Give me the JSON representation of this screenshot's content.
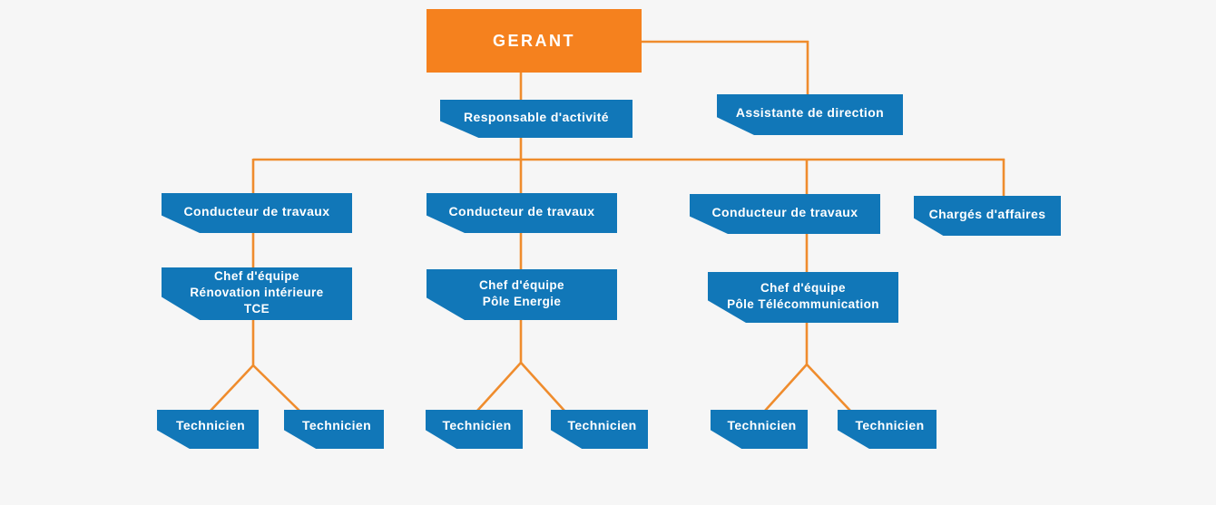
{
  "diagram": {
    "type": "org-chart",
    "language": "fr",
    "colors": {
      "bg": "#F6F6F6",
      "root-fill": "#F5811E",
      "node-fill": "#1177B8",
      "connector": "#EF8C2D",
      "text": "#FFFFFF"
    },
    "nodes": {
      "gerant": {
        "label": "GERANT"
      },
      "responsable": {
        "label": "Responsable d'activité"
      },
      "assistante": {
        "label": "Assistante de direction"
      },
      "conducteur1": {
        "label": "Conducteur de travaux"
      },
      "conducteur2": {
        "label": "Conducteur de travaux"
      },
      "conducteur3": {
        "label": "Conducteur de travaux"
      },
      "charges": {
        "label": "Chargés d'affaires"
      },
      "chef1": {
        "label": "Chef d'équipe\nRénovation intérieure\nTCE"
      },
      "chef2": {
        "label": "Chef d'équipe\nPôle Energie"
      },
      "chef3": {
        "label": "Chef d'équipe\nPôle Télécommunication"
      },
      "tech1a": {
        "label": "Technicien"
      },
      "tech1b": {
        "label": "Technicien"
      },
      "tech2a": {
        "label": "Technicien"
      },
      "tech2b": {
        "label": "Technicien"
      },
      "tech3a": {
        "label": "Technicien"
      },
      "tech3b": {
        "label": "Technicien"
      }
    },
    "edges": [
      {
        "from": "gerant",
        "to": "responsable"
      },
      {
        "from": "gerant",
        "to": "assistante"
      },
      {
        "from": "responsable",
        "to": "conducteur1"
      },
      {
        "from": "responsable",
        "to": "conducteur2"
      },
      {
        "from": "responsable",
        "to": "conducteur3"
      },
      {
        "from": "responsable",
        "to": "charges"
      },
      {
        "from": "conducteur1",
        "to": "chef1"
      },
      {
        "from": "conducteur2",
        "to": "chef2"
      },
      {
        "from": "conducteur3",
        "to": "chef3"
      },
      {
        "from": "chef1",
        "to": "tech1a"
      },
      {
        "from": "chef1",
        "to": "tech1b"
      },
      {
        "from": "chef2",
        "to": "tech2a"
      },
      {
        "from": "chef2",
        "to": "tech2b"
      },
      {
        "from": "chef3",
        "to": "tech3a"
      },
      {
        "from": "chef3",
        "to": "tech3b"
      }
    ]
  }
}
